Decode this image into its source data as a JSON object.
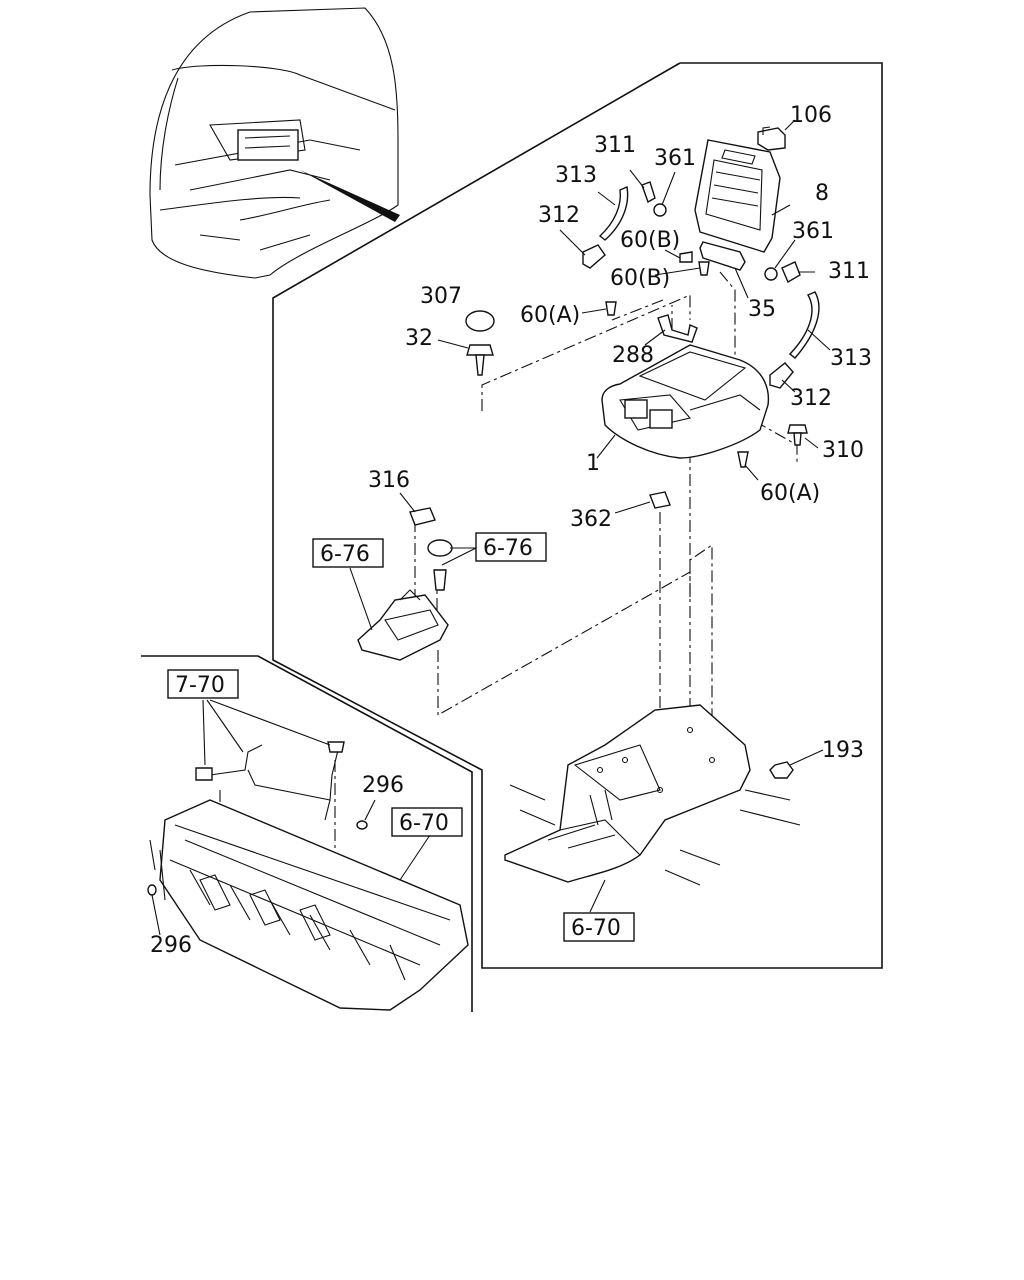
{
  "labels": {
    "p106": "106",
    "p311a": "311",
    "p361a": "361",
    "p313a": "313",
    "p8": "8",
    "p312a": "312",
    "p60b_a": "60(B)",
    "p361b": "361",
    "p311b": "311",
    "p60b_b": "60(B)",
    "p307": "307",
    "p60a_a": "60(A)",
    "p35": "35",
    "p32": "32",
    "p288": "288",
    "p313b": "313",
    "p312b": "312",
    "p310": "310",
    "p1": "1",
    "p60a_b": "60(A)",
    "p316": "316",
    "p362": "362",
    "ref676a": "6-76",
    "ref676b": "6-76",
    "ref770": "7-70",
    "p296a": "296",
    "ref670a": "6-70",
    "p193": "193",
    "p296b": "296",
    "ref670b": "6-70"
  }
}
